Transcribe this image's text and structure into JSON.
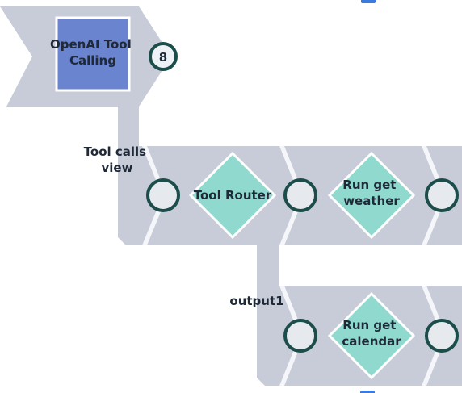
{
  "nodes": {
    "openai": {
      "title": "OpenAI Tool Calling",
      "title_lines": [
        "OpenAI Tool",
        "Calling"
      ],
      "badge": "8"
    },
    "tool_router": {
      "title": "Tool Router"
    },
    "weather": {
      "title": "Run get weather",
      "title_lines": [
        "Run get",
        "weather"
      ]
    },
    "calendar": {
      "title": "Run get calendar",
      "title_lines": [
        "Run get",
        "calendar"
      ]
    }
  },
  "edges": {
    "tool_calls_view": {
      "label": "Tool calls view",
      "label_lines": [
        "Tool calls",
        "view"
      ]
    },
    "output1": {
      "label": "output1"
    }
  },
  "colors": {
    "shape": "#c7ccd8",
    "diamond": "#8fd9cf",
    "primary_node": "#6b84cf",
    "port_ring": "#1b4d4a",
    "badge_ring": "#1b4d4a",
    "selection_marker": "#3b7be0"
  }
}
